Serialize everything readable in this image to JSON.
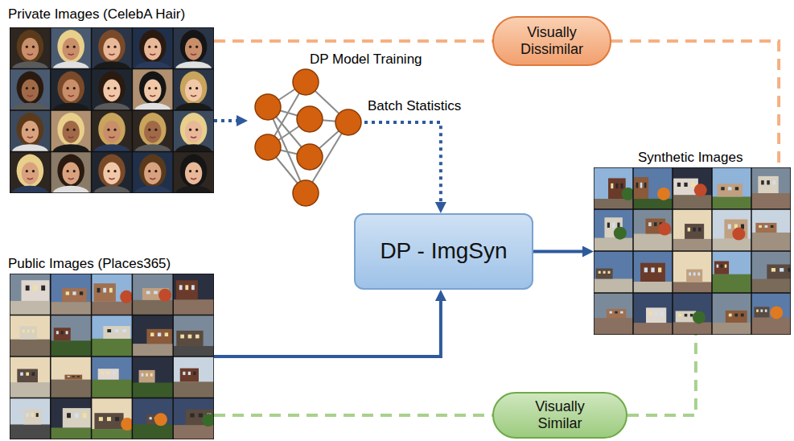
{
  "diagram": {
    "nodes": [
      {
        "text": [
          "Private Images (CelebA Hair)"
        ]
      },
      {
        "text": [
          "Visually Dissimilar"
        ]
      },
      {
        "text": [
          "DP Model Training"
        ]
      },
      {
        "text": [
          "Synthetic Images"
        ]
      },
      {
        "text": [
          "DP - ImgSyn"
        ]
      },
      {
        "text": [
          "Public Images (Places365)"
        ]
      },
      {
        "text": [
          "Visually Similar"
        ]
      }
    ],
    "edges": [
      {
        "from": 0,
        "to": 2,
        "arrow": "to"
      },
      {
        "from": 2,
        "to": 4,
        "label": "Batch Statistics",
        "arrow": "to"
      },
      {
        "from": 5,
        "to": 4,
        "arrow": "to"
      },
      {
        "from": 4,
        "to": 3,
        "arrow": "to"
      },
      {
        "from": 0,
        "to": 1,
        "arrow": "none"
      },
      {
        "from": 1,
        "to": 3,
        "arrow": "none"
      },
      {
        "from": 5,
        "to": 6,
        "arrow": "none"
      },
      {
        "from": 6,
        "to": 3,
        "arrow": "none"
      }
    ]
  }
}
